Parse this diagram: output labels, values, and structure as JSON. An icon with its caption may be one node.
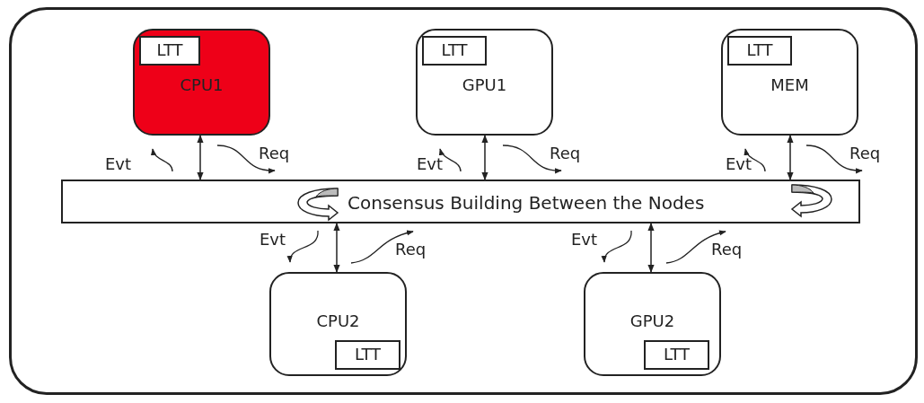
{
  "diagram": {
    "nodes": [
      {
        "text": [],
        "shape": "box"
      },
      {
        "text": [
          "CPU1"
        ],
        "in": 0
      },
      {
        "text": [
          "LTT"
        ],
        "in": 1
      },
      {
        "text": [
          "GPU1"
        ],
        "in": 0
      },
      {
        "text": [
          "LTT"
        ],
        "in": 3
      },
      {
        "text": [
          "MEM"
        ],
        "in": 0
      },
      {
        "text": [
          "LTT"
        ],
        "in": 5
      },
      {
        "text": [
          "Consensus Building Between the Nodes"
        ],
        "in": 0
      },
      {
        "text": [
          "CPU2"
        ],
        "in": 0
      },
      {
        "text": [
          "LTT"
        ],
        "in": 8
      },
      {
        "text": [
          "GPU2"
        ],
        "in": 0
      },
      {
        "text": [
          "LTT"
        ],
        "in": 10
      }
    ],
    "edges": [
      {
        "from": 1,
        "to": 7,
        "arrow": "both"
      },
      {
        "from": 3,
        "to": 7,
        "arrow": "both"
      },
      {
        "from": 5,
        "to": 7,
        "arrow": "both"
      },
      {
        "from": 7,
        "to": 8,
        "arrow": "both"
      },
      {
        "from": 7,
        "to": 10,
        "arrow": "both"
      }
    ],
    "labels": [
      "Evt",
      "Req",
      "Evt",
      "Req",
      "Evt",
      "Req",
      "Evt",
      "Req",
      "Evt",
      "Req"
    ]
  }
}
